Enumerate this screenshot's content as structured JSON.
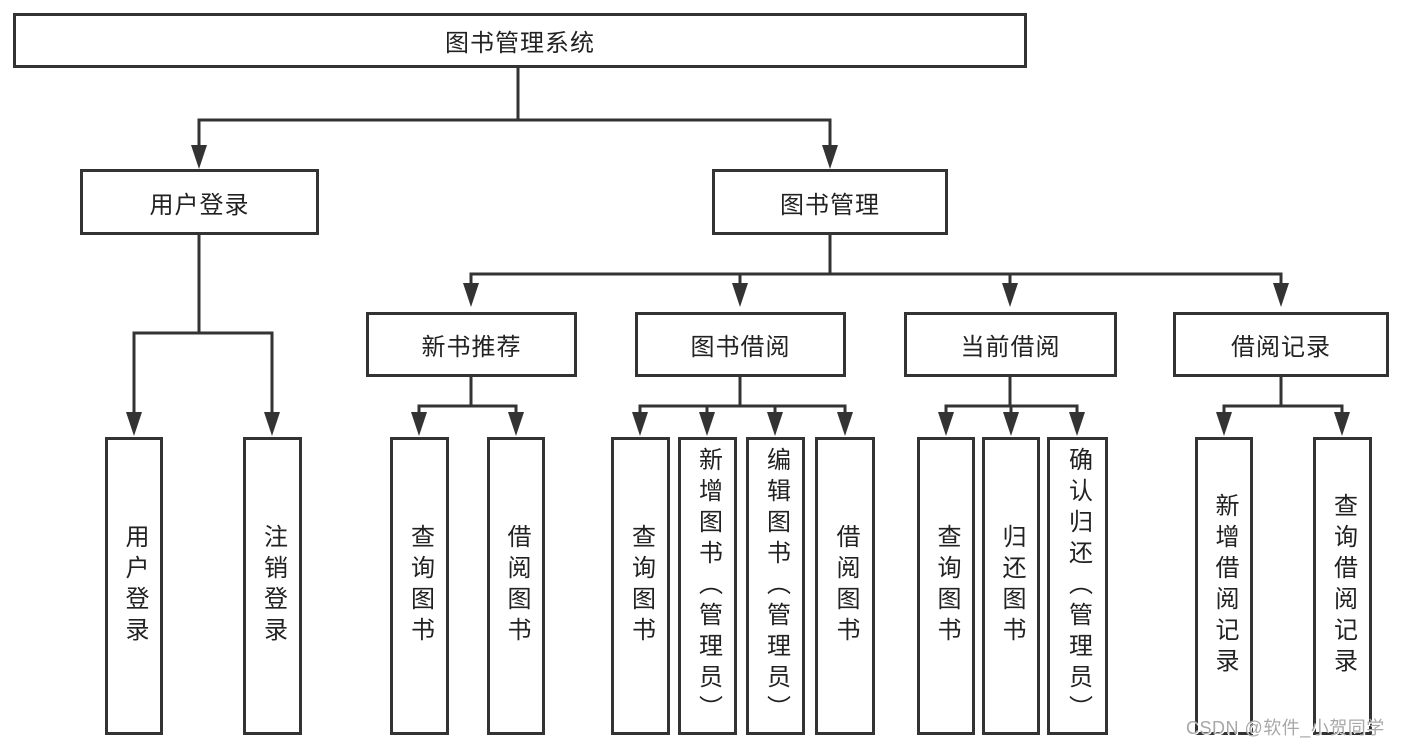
{
  "tree": {
    "label": "图书管理系统",
    "children": [
      {
        "label": "用户登录",
        "children": [
          {
            "label": "用户登录"
          },
          {
            "label": "注销登录"
          }
        ]
      },
      {
        "label": "图书管理",
        "children": [
          {
            "label": "新书推荐",
            "children": [
              {
                "label": "查询图书"
              },
              {
                "label": "借阅图书"
              }
            ]
          },
          {
            "label": "图书借阅",
            "children": [
              {
                "label": "查询图书"
              },
              {
                "label": "新增图书（管理员）"
              },
              {
                "label": "编辑图书（管理员）"
              },
              {
                "label": "借阅图书"
              }
            ]
          },
          {
            "label": "当前借阅",
            "children": [
              {
                "label": "查询图书"
              },
              {
                "label": "归还图书"
              },
              {
                "label": "确认归还（管理员）"
              }
            ]
          },
          {
            "label": "借阅记录",
            "children": [
              {
                "label": "新增借阅记录"
              },
              {
                "label": "查询借阅记录"
              }
            ]
          }
        ]
      }
    ]
  },
  "watermark": {
    "text": "CSDN @软件_小贺同学"
  },
  "colors": {
    "line": "#333333",
    "text": "#222222",
    "watermark": "#a8a8a8",
    "background": "#ffffff"
  }
}
